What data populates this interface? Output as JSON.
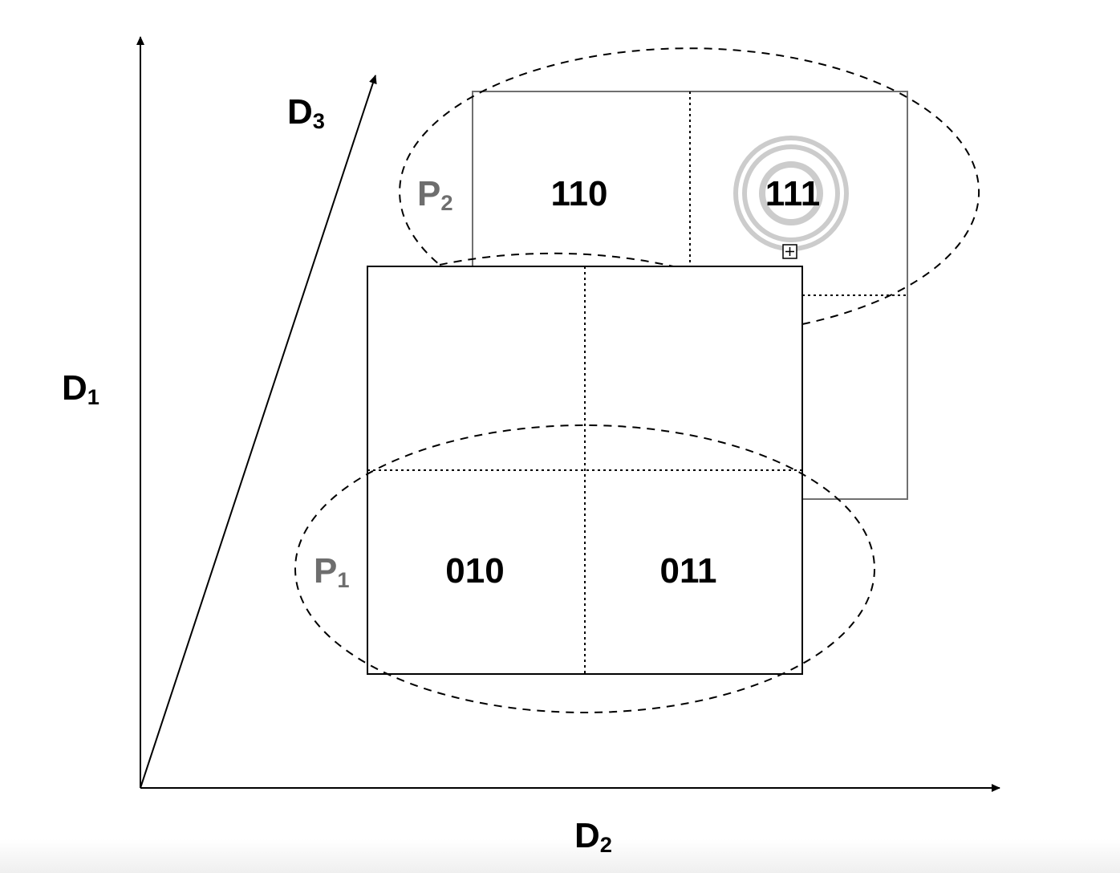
{
  "axes": {
    "d1": {
      "main": "D",
      "sub": "1"
    },
    "d2": {
      "main": "D",
      "sub": "2"
    },
    "d3": {
      "main": "D",
      "sub": "3"
    }
  },
  "partitions": {
    "p1": {
      "main": "P",
      "sub": "1"
    },
    "p2": {
      "main": "P",
      "sub": "2"
    }
  },
  "cells": {
    "c110": "110",
    "c111": "111",
    "c010": "010",
    "c011": "011"
  },
  "colors": {
    "front_box": "#000000",
    "back_box": "#707070",
    "partition_label": "#6e6e6e",
    "highlight_rings": "#cccccc"
  },
  "icons": {
    "highlight": "concentric-rings-icon",
    "marker": "plus-box-icon"
  }
}
